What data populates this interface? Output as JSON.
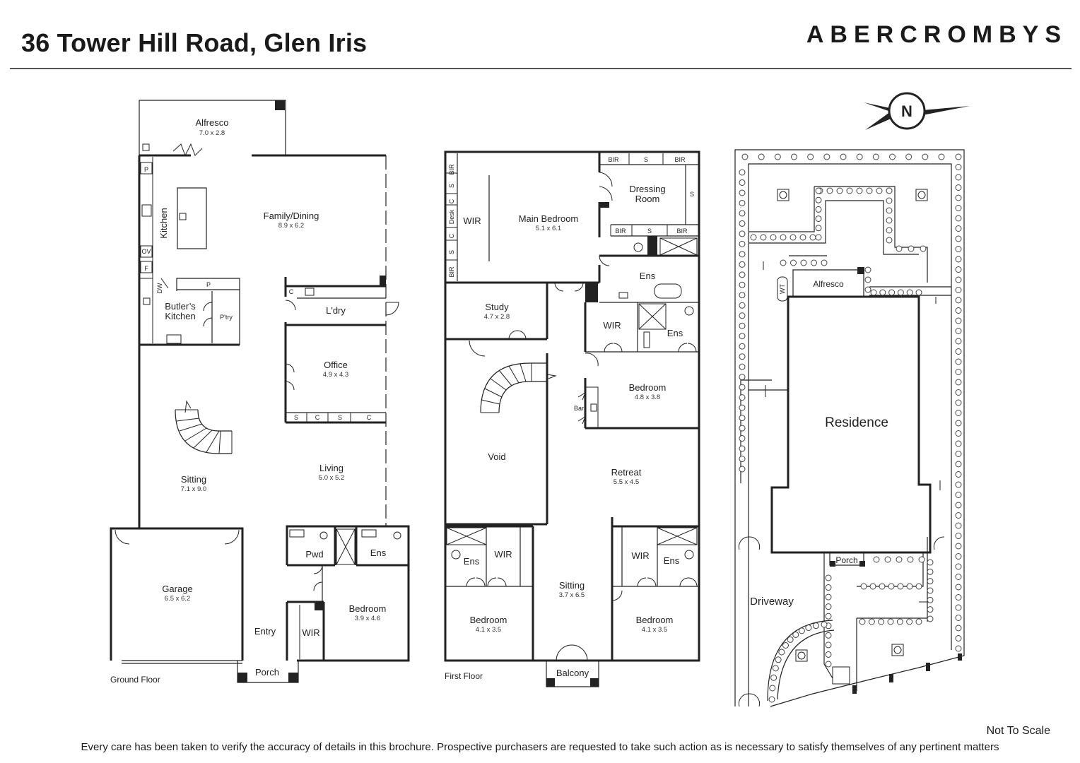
{
  "header": {
    "title": "36 Tower Hill Road, Glen Iris",
    "brand": "ABERCROMBYS"
  },
  "compass": {
    "letter": "N"
  },
  "ground": {
    "floor_label": "Ground Floor",
    "rooms": {
      "alfresco": {
        "name": "Alfresco",
        "dims": "7.0 x 2.8"
      },
      "family": {
        "name": "Family/Dining",
        "dims": "8.9 x 6.2"
      },
      "kitchen": {
        "name": "Kitchen"
      },
      "butlers": {
        "name": "Butler's Kitchen"
      },
      "pantry": {
        "name": "P'try"
      },
      "laundry": {
        "name": "L'dry"
      },
      "office": {
        "name": "Office",
        "dims": "4.9 x 4.3"
      },
      "sitting": {
        "name": "Sitting",
        "dims": "7.1 x 9.0"
      },
      "living": {
        "name": "Living",
        "dims": "5.0 x 5.2"
      },
      "garage": {
        "name": "Garage",
        "dims": "6.5 x 6.2"
      },
      "pwd": {
        "name": "Pwd"
      },
      "ens": {
        "name": "Ens"
      },
      "bedroom": {
        "name": "Bedroom",
        "dims": "3.9 x 4.6"
      },
      "entry": {
        "name": "Entry"
      },
      "wir": {
        "name": "WIR"
      },
      "porch": {
        "name": "Porch"
      }
    },
    "fixtures": {
      "p1": "P",
      "p2": "P",
      "ov": "OV",
      "f": "F",
      "dw": "DW",
      "c": "C",
      "s1": "S",
      "c1": "C",
      "s2": "S",
      "c2": "C"
    }
  },
  "first": {
    "floor_label": "First Floor",
    "rooms": {
      "wir_main": {
        "name": "WIR"
      },
      "main": {
        "name": "Main Bedroom",
        "dims": "5.1 x 6.1"
      },
      "dressing": {
        "name": "Dressing Room"
      },
      "ens_main": {
        "name": "Ens"
      },
      "study": {
        "name": "Study",
        "dims": "4.7 x 2.8"
      },
      "wir2": {
        "name": "WIR"
      },
      "ens2": {
        "name": "Ens"
      },
      "bedroom2": {
        "name": "Bedroom",
        "dims": "4.8 x 3.8"
      },
      "bar": {
        "name": "Bar"
      },
      "void": {
        "name": "Void"
      },
      "retreat": {
        "name": "Retreat",
        "dims": "5.5 x 4.5"
      },
      "ens3": {
        "name": "Ens"
      },
      "wir3": {
        "name": "WIR"
      },
      "bedroom3": {
        "name": "Bedroom",
        "dims": "4.1 x 3.5"
      },
      "sitting": {
        "name": "Sitting",
        "dims": "3.7 x 6.5"
      },
      "wir4": {
        "name": "WIR"
      },
      "ens4": {
        "name": "Ens"
      },
      "bedroom4": {
        "name": "Bedroom",
        "dims": "4.1 x 3.5"
      },
      "balcony": {
        "name": "Balcony"
      }
    },
    "fixtures": {
      "bir_a": "BIR",
      "s_a": "S",
      "c_a": "C",
      "desk": "Desk",
      "c_b": "C",
      "s_b": "S",
      "bir_b": "BIR",
      "bir_c": "BIR",
      "s_c": "S",
      "bir_d": "BIR",
      "s_d": "S",
      "bir_e": "BIR",
      "s_e": "S",
      "bir_f": "BIR"
    }
  },
  "site": {
    "residence": "Residence",
    "alfresco": "Alfresco",
    "porch": "Porch",
    "driveway": "Driveway",
    "wt": "WT"
  },
  "footer": {
    "not_to_scale": "Not To Scale",
    "disclaimer": "Every care has been taken to verify the accuracy of details in this brochure. Prospective purchasers are requested to take such action as is necessary to satisfy themselves of any pertinent matters"
  }
}
